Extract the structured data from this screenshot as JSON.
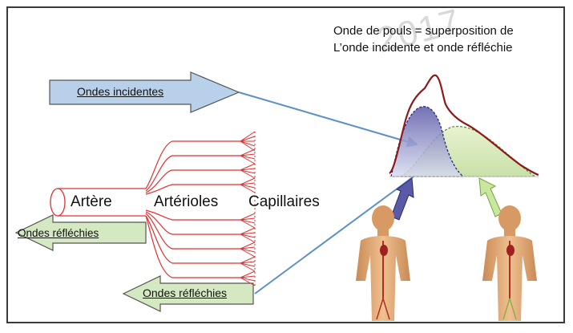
{
  "diagram": {
    "pulse_title_line1": "Onde de pouls = superposition de",
    "pulse_title_line2": "L’onde incidente et onde réfléchie",
    "incident_arrow_label": "Ondes incidentes",
    "reflected_arrow_left_label": "Ondes réfléchies",
    "reflected_arrow_bottom_label": "Ondes réfléchies",
    "vessel_labels": {
      "artery": "Artère",
      "arterioles": "Artérioles",
      "capillaries": "Capillaires"
    },
    "watermark": "2017"
  },
  "colors": {
    "incident_arrow_fill": "#b8d0ea",
    "reflected_arrow_fill": "#d4e8c2",
    "vessel_stroke": "#e03030",
    "pulse_curve": "#8b1a1a",
    "incident_wave": "#3a3a8a",
    "reflected_wave": "#8ab050",
    "connector_line": "#5b8fc8"
  }
}
